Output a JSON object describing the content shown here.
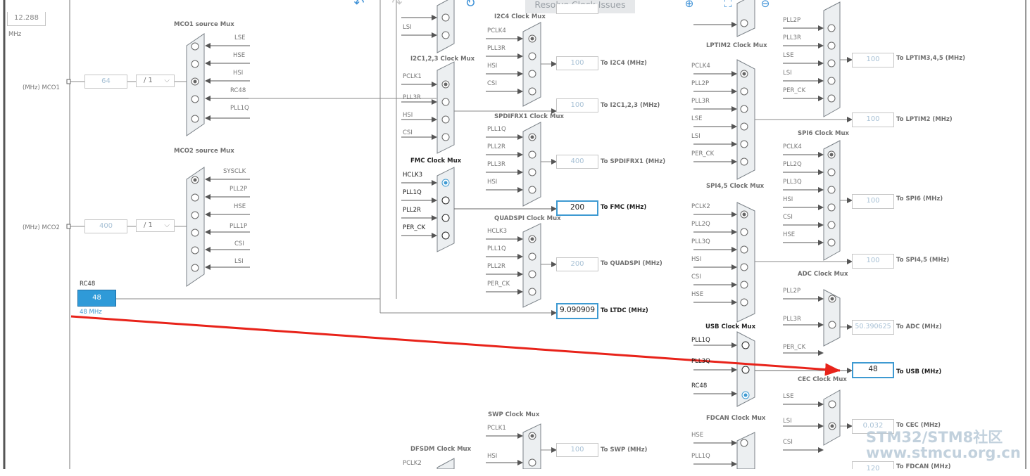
{
  "toolbar": {
    "undo_icon": "undo-icon",
    "redo_icon": "redo-icon",
    "refresh_icon": "refresh-icon",
    "resolve_label": "Resolve Clock Issues",
    "zoom_in_icon": "zoom-in-icon",
    "fit_icon": "fit-screen-icon",
    "zoom_out_icon": "zoom-out-icon"
  },
  "left": {
    "top_box": "12.288",
    "mhz": "MHz",
    "mco1_label": "(MHz) MCO1",
    "mco1_value": "64",
    "mco1_div": "/ 1",
    "mco2_label": "(MHz) MCO2",
    "mco2_value": "400",
    "mco2_div": "/ 1",
    "rc48_title": "RC48",
    "rc48_value": "48",
    "rc48_sub": "48 MHz"
  },
  "mco1": {
    "title": "MCO1 source Mux",
    "inputs": [
      "LSE",
      "HSE",
      "HSI",
      "RC48",
      "PLL1Q"
    ]
  },
  "mco2": {
    "title": "MCO2 source Mux",
    "inputs": [
      "SYSCLK",
      "PLL2P",
      "HSE",
      "PLL1P",
      "CSI",
      "LSI"
    ]
  },
  "col2": {
    "top_lsi": "LSI",
    "i2c123_title": "I2C1,2,3 Clock Mux",
    "i2c123_inputs": [
      "PCLK1",
      "PLL3R",
      "HSI",
      "CSI"
    ],
    "fmc_title": "FMC Clock Mux",
    "fmc_inputs": [
      "HCLK3",
      "PLL1Q",
      "PLL2R",
      "PER_CK"
    ],
    "dfsdm_title": "DFSDM Clock Mux",
    "dfsdm_input": "PCLK2"
  },
  "col3": {
    "i2c4_title": "I2C4 Clock Mux",
    "i2c4_inputs": [
      "PCLK4",
      "PLL3R",
      "HSI",
      "CSI"
    ],
    "i2c4_value": "100",
    "i2c4_label": "To I2C4 (MHz)",
    "i2c123_value": "100",
    "i2c123_label": "To I2C1,2,3 (MHz)",
    "spdif_title": "SPDIFRX1 Clock Mux",
    "spdif_inputs": [
      "PLL1Q",
      "PLL2R",
      "PLL3R",
      "HSI"
    ],
    "spdif_value": "400",
    "spdif_label": "To SPDIFRX1 (MHz)",
    "fmc_value": "200",
    "fmc_label": "To FMC (MHz)",
    "qspi_title": "QUADSPI Clock Mux",
    "qspi_inputs": [
      "HCLK3",
      "PLL1Q",
      "PLL2R",
      "PER_CK"
    ],
    "qspi_value": "200",
    "qspi_label": "To QUADSPI (MHz)",
    "ltdc_value": "9.090909",
    "ltdc_label": "To LTDC (MHz)",
    "swp_title": "SWP Clock Mux",
    "swp_inputs": [
      "PCLK1",
      "HSI"
    ],
    "swp_value": "100",
    "swp_label": "To SWP (MHz)"
  },
  "col4": {
    "lptim2_title": "LPTIM2 Clock Mux",
    "lptim2_inputs": [
      "PCLK4",
      "PLL2P",
      "PLL3R",
      "LSE",
      "LSI",
      "PER_CK"
    ],
    "spi45_title": "SPI4,5 Clock Mux",
    "spi45_inputs": [
      "PCLK2",
      "PLL2Q",
      "PLL3Q",
      "HSI",
      "CSI",
      "HSE"
    ],
    "usb_title": "USB Clock Mux",
    "usb_inputs": [
      "PLL1Q",
      "PLL3Q",
      "RC48"
    ],
    "fdcan_title": "FDCAN Clock Mux",
    "fdcan_inputs": [
      "HSE",
      "PLL1Q"
    ]
  },
  "col5": {
    "lptim345_inputs": [
      "PLL2P",
      "PLL3R",
      "LSE",
      "LSI",
      "PER_CK"
    ],
    "lptim345_value": "100",
    "lptim345_label": "To LPTIM3,4,5 (MHz)",
    "lptim2_value": "100",
    "lptim2_label": "To LPTIM2 (MHz)",
    "spi6_title": "SPI6 Clock Mux",
    "spi6_inputs": [
      "PCLK4",
      "PLL2Q",
      "PLL3Q",
      "HSI",
      "CSI",
      "HSE"
    ],
    "spi6_value": "100",
    "spi6_label": "To SPI6 (MHz)",
    "spi45_value": "100",
    "spi45_label": "To SPI4,5 (MHz)",
    "adc_title": "ADC Clock Mux",
    "adc_inputs": [
      "PLL2P",
      "PLL3R",
      "PER_CK"
    ],
    "adc_value": "50.390625",
    "adc_label": "To ADC (MHz)",
    "usb_value": "48",
    "usb_label": "To USB (MHz)",
    "cec_title": "CEC Clock Mux",
    "cec_inputs": [
      "LSE",
      "LSI",
      "CSI"
    ],
    "cec_value": "0.032",
    "cec_label": "To CEC (MHz)",
    "fdcan_value": "120",
    "fdcan_label": "To FDCAN (MHz)"
  },
  "watermark": {
    "line1": "STM32/STM8社区",
    "line2": "www.stmcu.org.cn"
  },
  "colors": {
    "accent": "#3e9ad2",
    "annotation_arrow": "#e8231a",
    "mux_fill": "#eceff1"
  }
}
